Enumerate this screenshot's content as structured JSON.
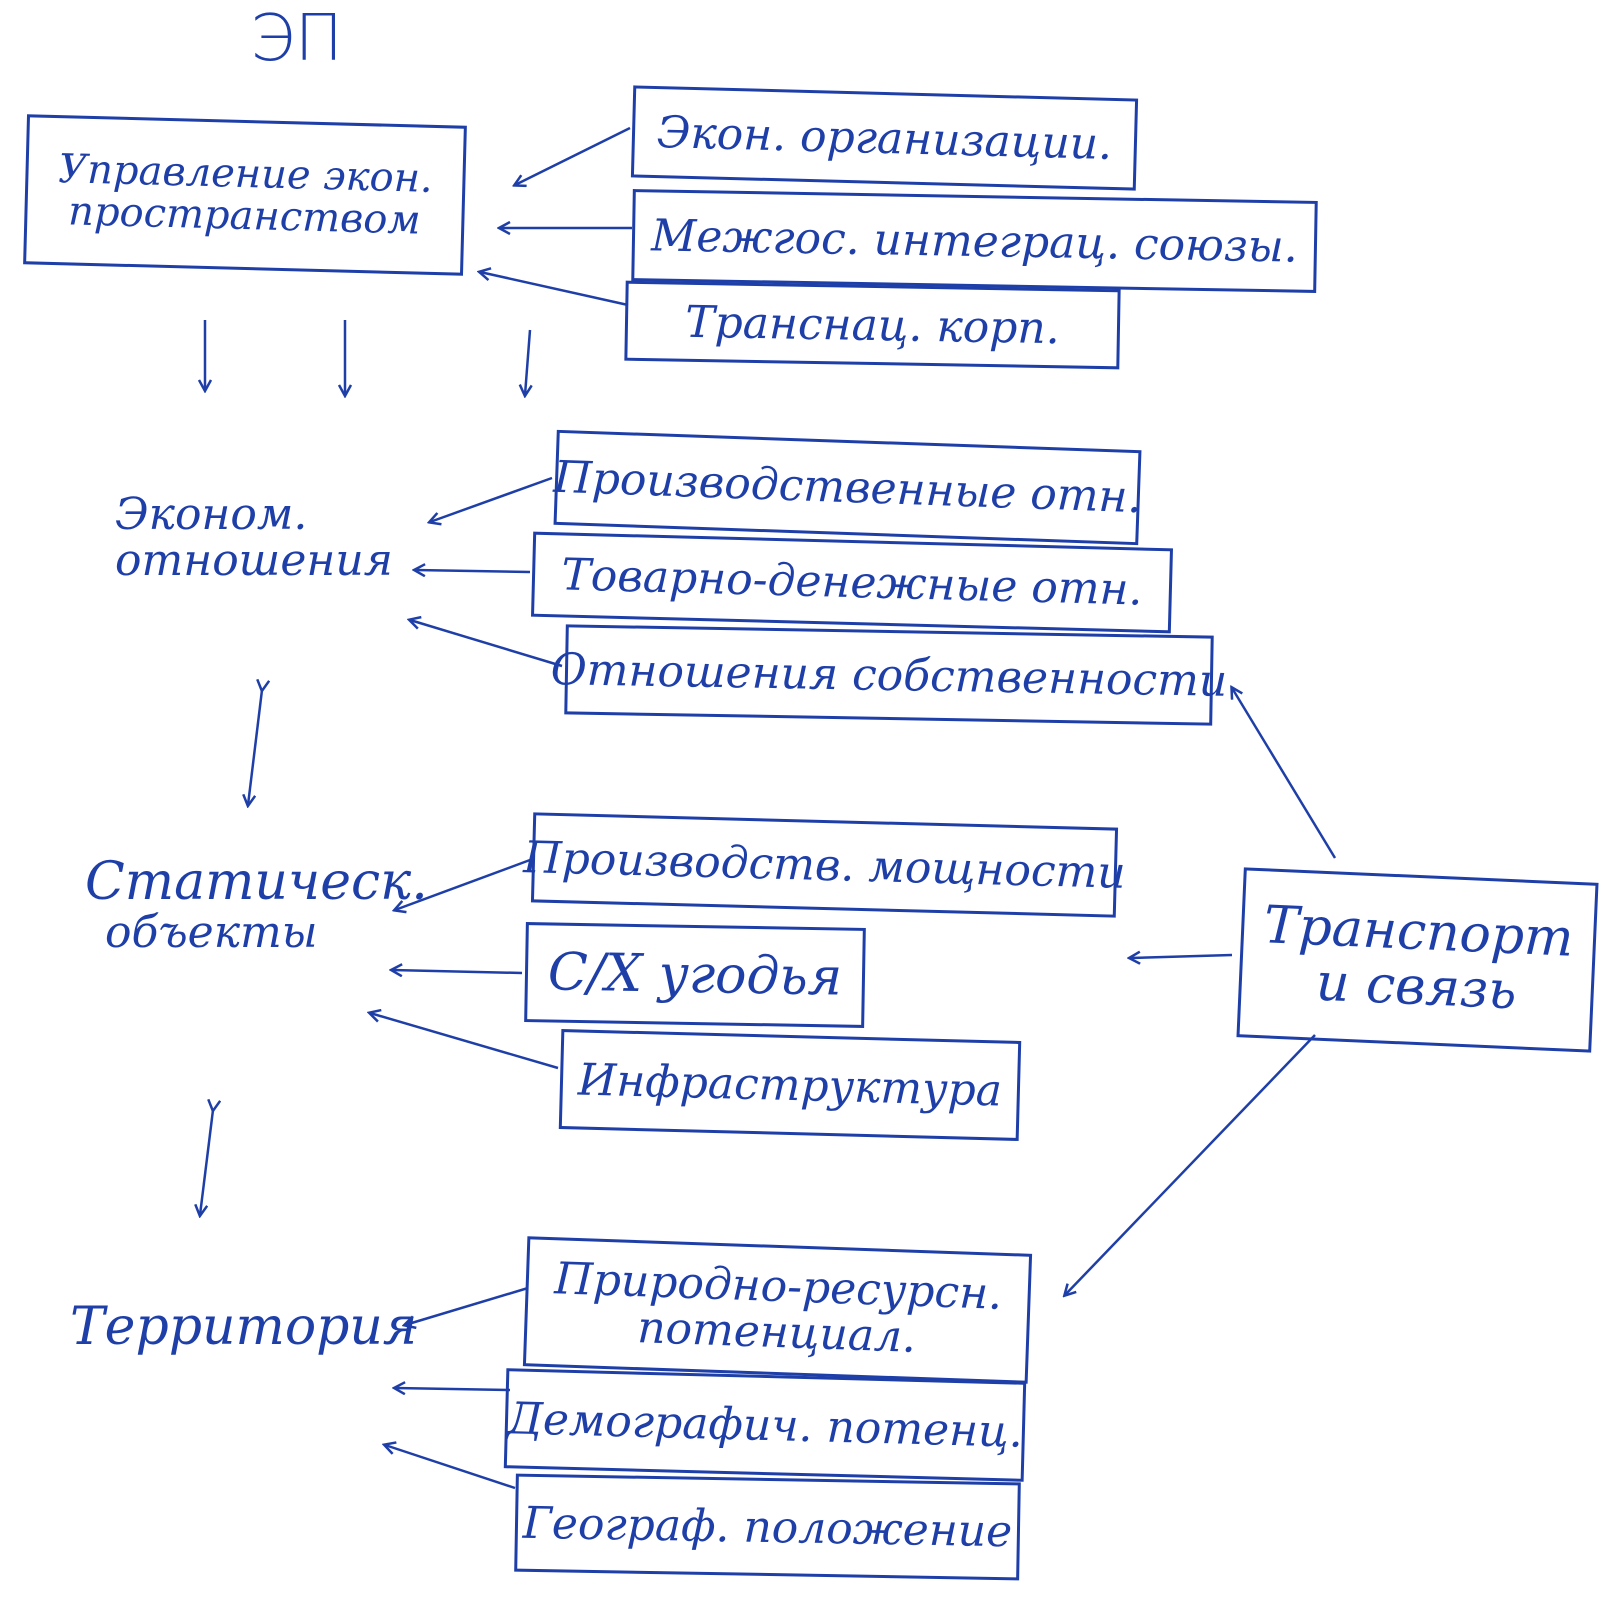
{
  "theme": {
    "ink": "#1f3fa8"
  },
  "title": "ЭП",
  "main_nodes": {
    "management": [
      "Управление экон.",
      "пространством"
    ],
    "relations": [
      "Эконом.",
      "отношения"
    ],
    "static_objects": [
      "Статическ.",
      "объекты"
    ],
    "territory": "Территория"
  },
  "management_inputs": [
    "Экон. организации.",
    "Межгос. интеграц. союзы.",
    "Транснац. корп."
  ],
  "relations_inputs": [
    "Производственные отн.",
    "Товарно-денежные отн.",
    "Отношения собственности"
  ],
  "static_inputs": [
    "Производств. мощности",
    "С/Х угодья",
    "Инфраструктура"
  ],
  "territory_inputs": [
    [
      "Природно-ресурсн.",
      "потенциал."
    ],
    "Демографич. потенц.",
    "Географ. положение"
  ],
  "transport": [
    "Транспорт",
    "и связь"
  ]
}
